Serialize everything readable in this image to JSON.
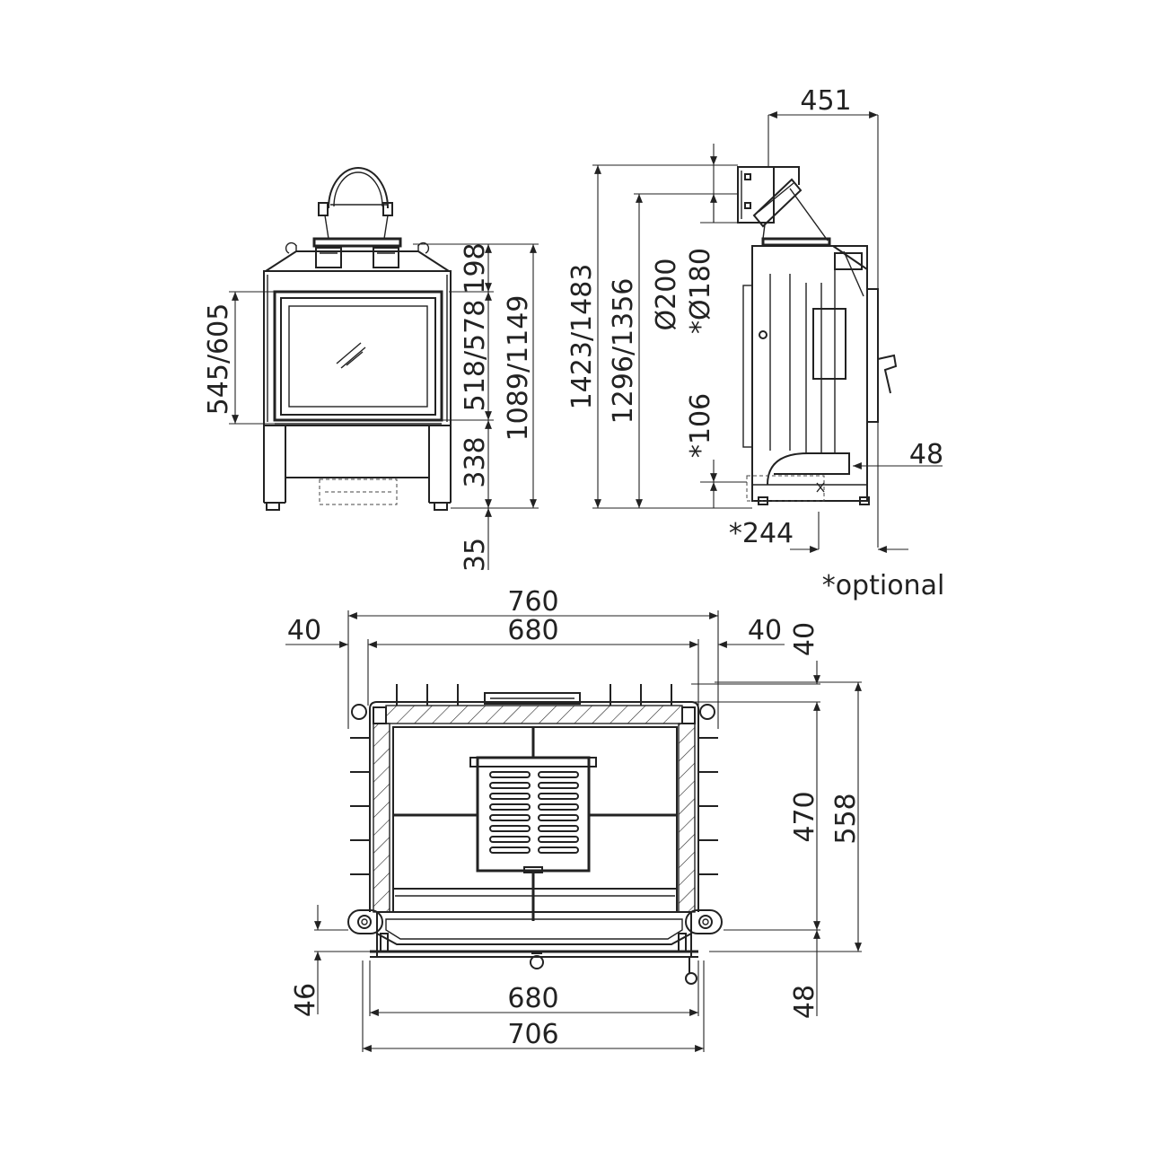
{
  "front_view": {
    "dim_width_top": "198",
    "dim_opening_height": "545/605",
    "dim_door_height": "518/578",
    "dim_base_height": "338",
    "dim_total_height": "1089/1149",
    "dim_feet": "35"
  },
  "side_view": {
    "dim_depth_top": "451",
    "dim_total_height_flue": "1423/1483",
    "dim_height_flue_short": "1296/1356",
    "dim_flue_diameter": "Ø200",
    "dim_flue_diameter_optional": "*Ø180",
    "dim_optional_106": "*106",
    "dim_48": "48",
    "dim_optional_244": "*244"
  },
  "optional_note": "*optional",
  "top_view": {
    "dim_overall_width": "760",
    "dim_inner_width": "680",
    "dim_left_margin": "40",
    "dim_right_margin": "40",
    "dim_top_margin": "40",
    "dim_inner_depth": "470",
    "dim_overall_depth": "558",
    "dim_bottom_left": "46",
    "dim_bottom_right": "48",
    "dim_bottom_inner": "680",
    "dim_bottom_overall": "706"
  }
}
